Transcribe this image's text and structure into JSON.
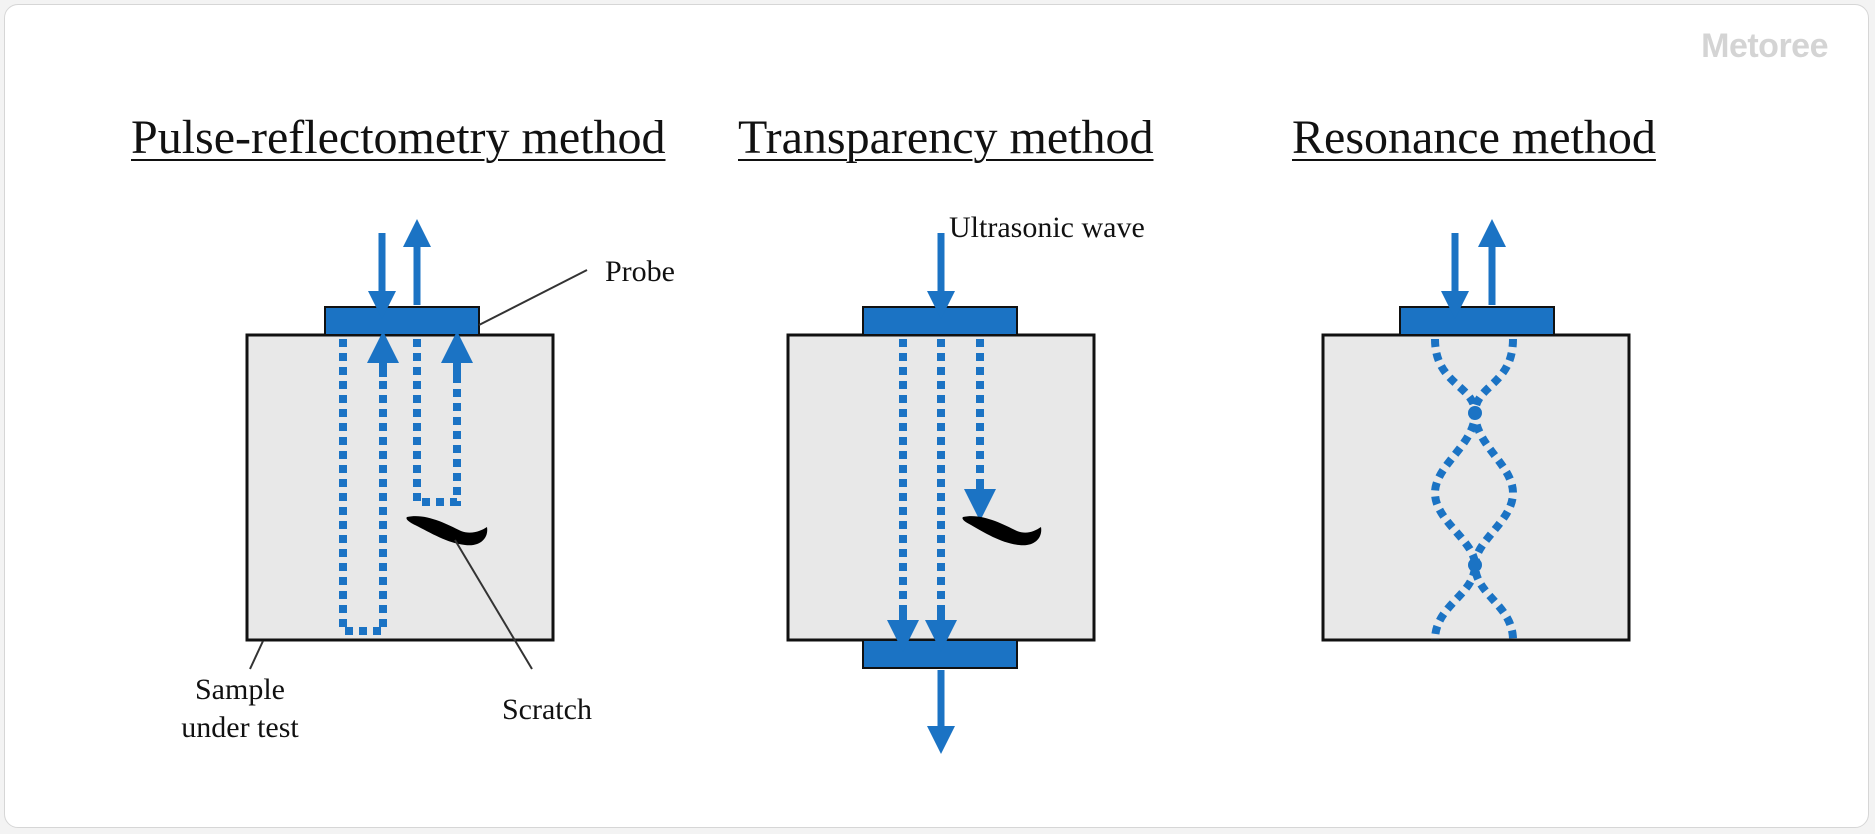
{
  "watermark": "Metoree",
  "methods": {
    "pulse": {
      "title": "Pulse-reflectometry method"
    },
    "transparency": {
      "title": "Transparency method"
    },
    "resonance": {
      "title": "Resonance method"
    }
  },
  "labels": {
    "probe": "Probe",
    "ultrasonic_wave": "Ultrasonic wave",
    "sample_line1": "Sample",
    "sample_line2": "under test",
    "scratch": "Scratch"
  },
  "colors": {
    "probe_blue": "#1b73c4",
    "sample_fill": "#e8e8e8",
    "outline": "#111111",
    "scratch": "#000000"
  }
}
